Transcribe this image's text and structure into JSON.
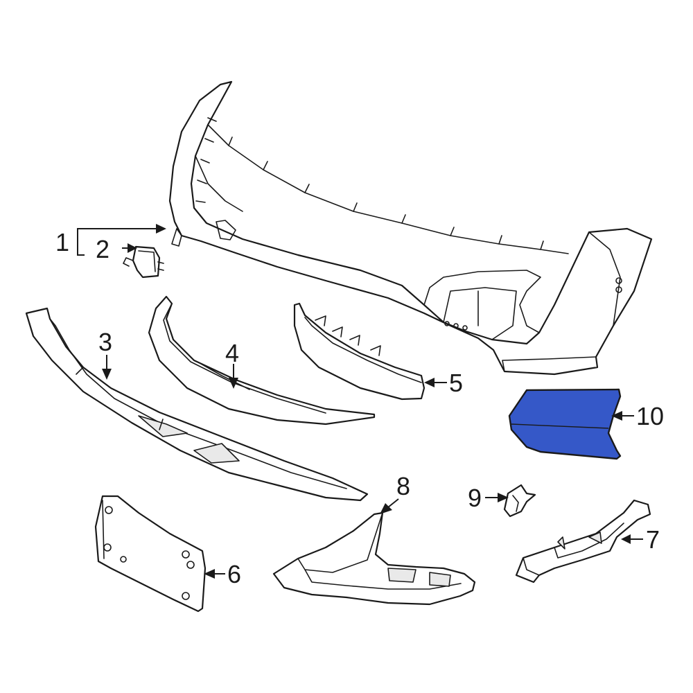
{
  "callouts": {
    "c1": "1",
    "c2": "2",
    "c3": "3",
    "c4": "4",
    "c5": "5",
    "c6": "6",
    "c7": "7",
    "c8": "8",
    "c9": "9",
    "c10": "10"
  },
  "colors": {
    "highlight": "#3558c8",
    "line": "#1a1a1a",
    "background": "#ffffff"
  },
  "highlighted_part": "10"
}
